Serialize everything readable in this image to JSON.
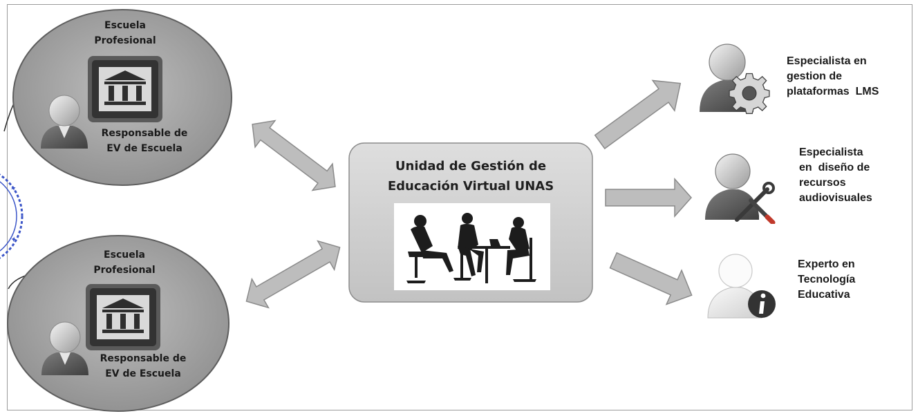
{
  "schools": [
    {
      "title_line1": "Escuela",
      "title_line2": "Profesional",
      "role_line1": "Responsable de",
      "role_line2": "EV de Escuela"
    },
    {
      "title_line1": "Escuela",
      "title_line2": "Profesional",
      "role_line1": "Responsable de",
      "role_line2": "EV de Escuela"
    }
  ],
  "central_unit": {
    "title_line1": "Unidad de Gestión de",
    "title_line2": "Educación Virtual UNAS",
    "image_icon": "meeting-silhouettes-icon"
  },
  "specialists": [
    {
      "lines": [
        "Especialista en",
        "gestion de",
        "plataformas  LMS"
      ],
      "icon": "user-gear-icon"
    },
    {
      "lines": [
        "Especialista",
        "en  diseño de",
        "recursos",
        "audiovisuales"
      ],
      "icon": "user-tools-icon"
    },
    {
      "lines": [
        "Experto en",
        "Tecnología",
        "Educativa"
      ],
      "icon": "user-info-icon"
    }
  ],
  "icons": {
    "institution": "institution-building-icon",
    "person": "person-icon",
    "arrow": "arrow-icon",
    "stamp": "official-stamp"
  },
  "colors": {
    "ellipse_fill": "#a9a9a9",
    "ellipse_border": "#5e5e5e",
    "unit_fill": "#d3d3d3",
    "arrow_fill": "#bdbdbd",
    "arrow_stroke": "#8a8a8a",
    "stamp_blue": "#3b55c8",
    "icon_dark": "#555555"
  }
}
